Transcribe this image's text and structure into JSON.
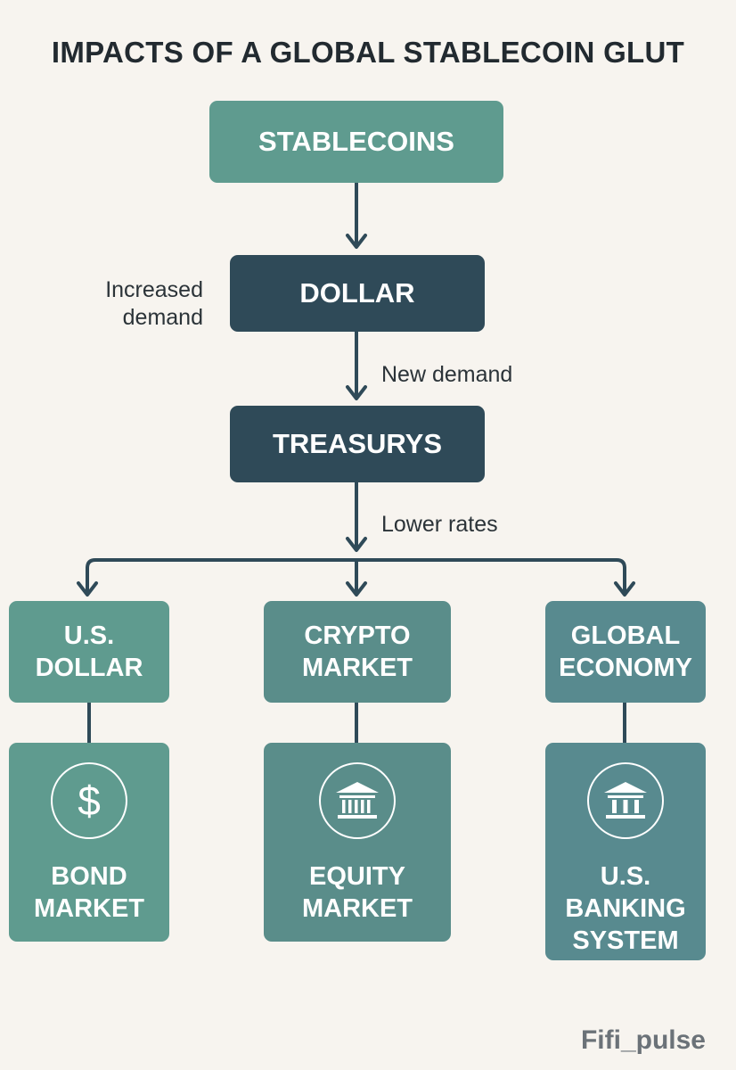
{
  "title": "IMPACTS OF A GLOBAL STABLECOIN GLUT",
  "nodes": {
    "stablecoins": "STABLECOINS",
    "dollar": "DOLLAR",
    "treasurys": "TREASURYS",
    "us_dollar": [
      "U.S.",
      "DOLLAR"
    ],
    "crypto_market": [
      "CRYPTO",
      "MARKET"
    ],
    "global_economy": [
      "GLOBAL",
      "ECONOMY"
    ],
    "bond_market": [
      "BOND",
      "MARKET"
    ],
    "equity_market": [
      "EQUITY",
      "MARKET"
    ],
    "us_banking_system": [
      "U.S.",
      "BANKING",
      "SYSTEM"
    ]
  },
  "edge_labels": {
    "increased_demand": [
      "Increased",
      "demand"
    ],
    "new_demand": "New demand",
    "lower_rates": "Lower rates"
  },
  "icons": {
    "bond_market": "dollar-circle-icon",
    "equity_market": "bank-building-icon",
    "us_banking_system": "bank-building-icon"
  },
  "dollar_symbol": "$",
  "watermark": "Fifi_pulse",
  "colors": {
    "background": "#f7f4ef",
    "navy": "#2f4a58",
    "teal": "#5f9b8f",
    "connector": "#2f4a58"
  }
}
